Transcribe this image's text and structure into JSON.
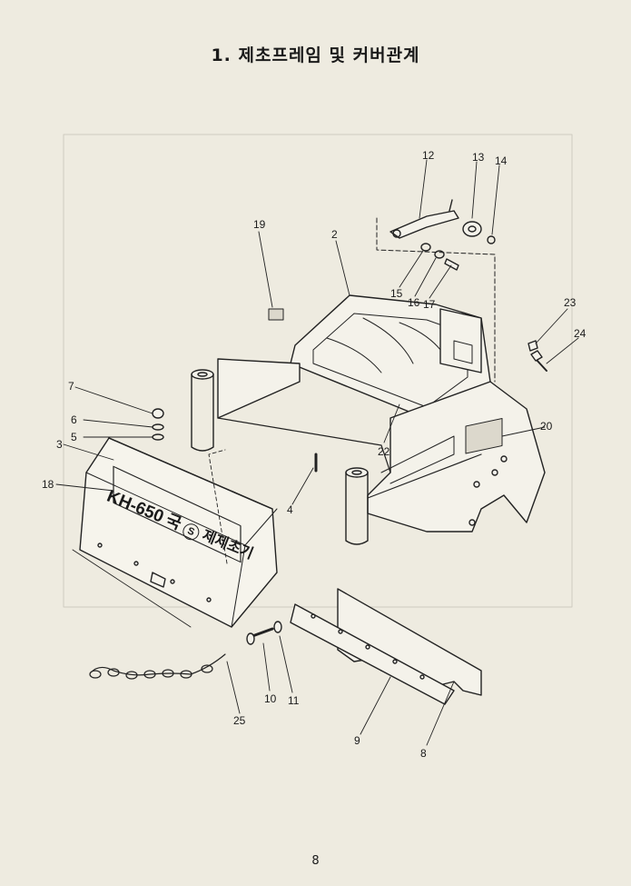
{
  "title": "1. 제초프레임 및 커버관계",
  "cover_label": {
    "model": "KH-650",
    "guk": "국",
    "s_mark": "S",
    "name": "제제초기"
  },
  "callouts": [
    {
      "id": "c1",
      "text": "12"
    },
    {
      "id": "c2",
      "text": "13"
    },
    {
      "id": "c3",
      "text": "14"
    },
    {
      "id": "c4",
      "text": "19"
    },
    {
      "id": "c5",
      "text": "2"
    },
    {
      "id": "c6",
      "text": "15"
    },
    {
      "id": "c7",
      "text": "16"
    },
    {
      "id": "c8",
      "text": "17"
    },
    {
      "id": "c9",
      "text": "23"
    },
    {
      "id": "c10",
      "text": "24"
    },
    {
      "id": "c11",
      "text": "7"
    },
    {
      "id": "c12",
      "text": "6"
    },
    {
      "id": "c13",
      "text": "5"
    },
    {
      "id": "c14",
      "text": "3"
    },
    {
      "id": "c15",
      "text": "20"
    },
    {
      "id": "c16",
      "text": "18"
    },
    {
      "id": "c17",
      "text": "22"
    },
    {
      "id": "c18",
      "text": "4"
    },
    {
      "id": "c19",
      "text": "10"
    },
    {
      "id": "c20",
      "text": "11"
    },
    {
      "id": "c21",
      "text": "25"
    },
    {
      "id": "c22",
      "text": "9"
    },
    {
      "id": "c23",
      "text": "8"
    }
  ],
  "page_number": "8"
}
